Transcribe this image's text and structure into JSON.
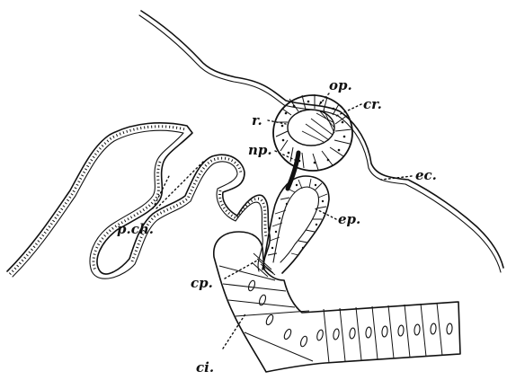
{
  "labels": {
    "op": "op.",
    "cr": "cr.",
    "r": "r.",
    "np": "np.",
    "ec": "ec.",
    "ep": "ep.",
    "pch": "p.ch.",
    "cp": "cp.",
    "ci": "ci."
  }
}
